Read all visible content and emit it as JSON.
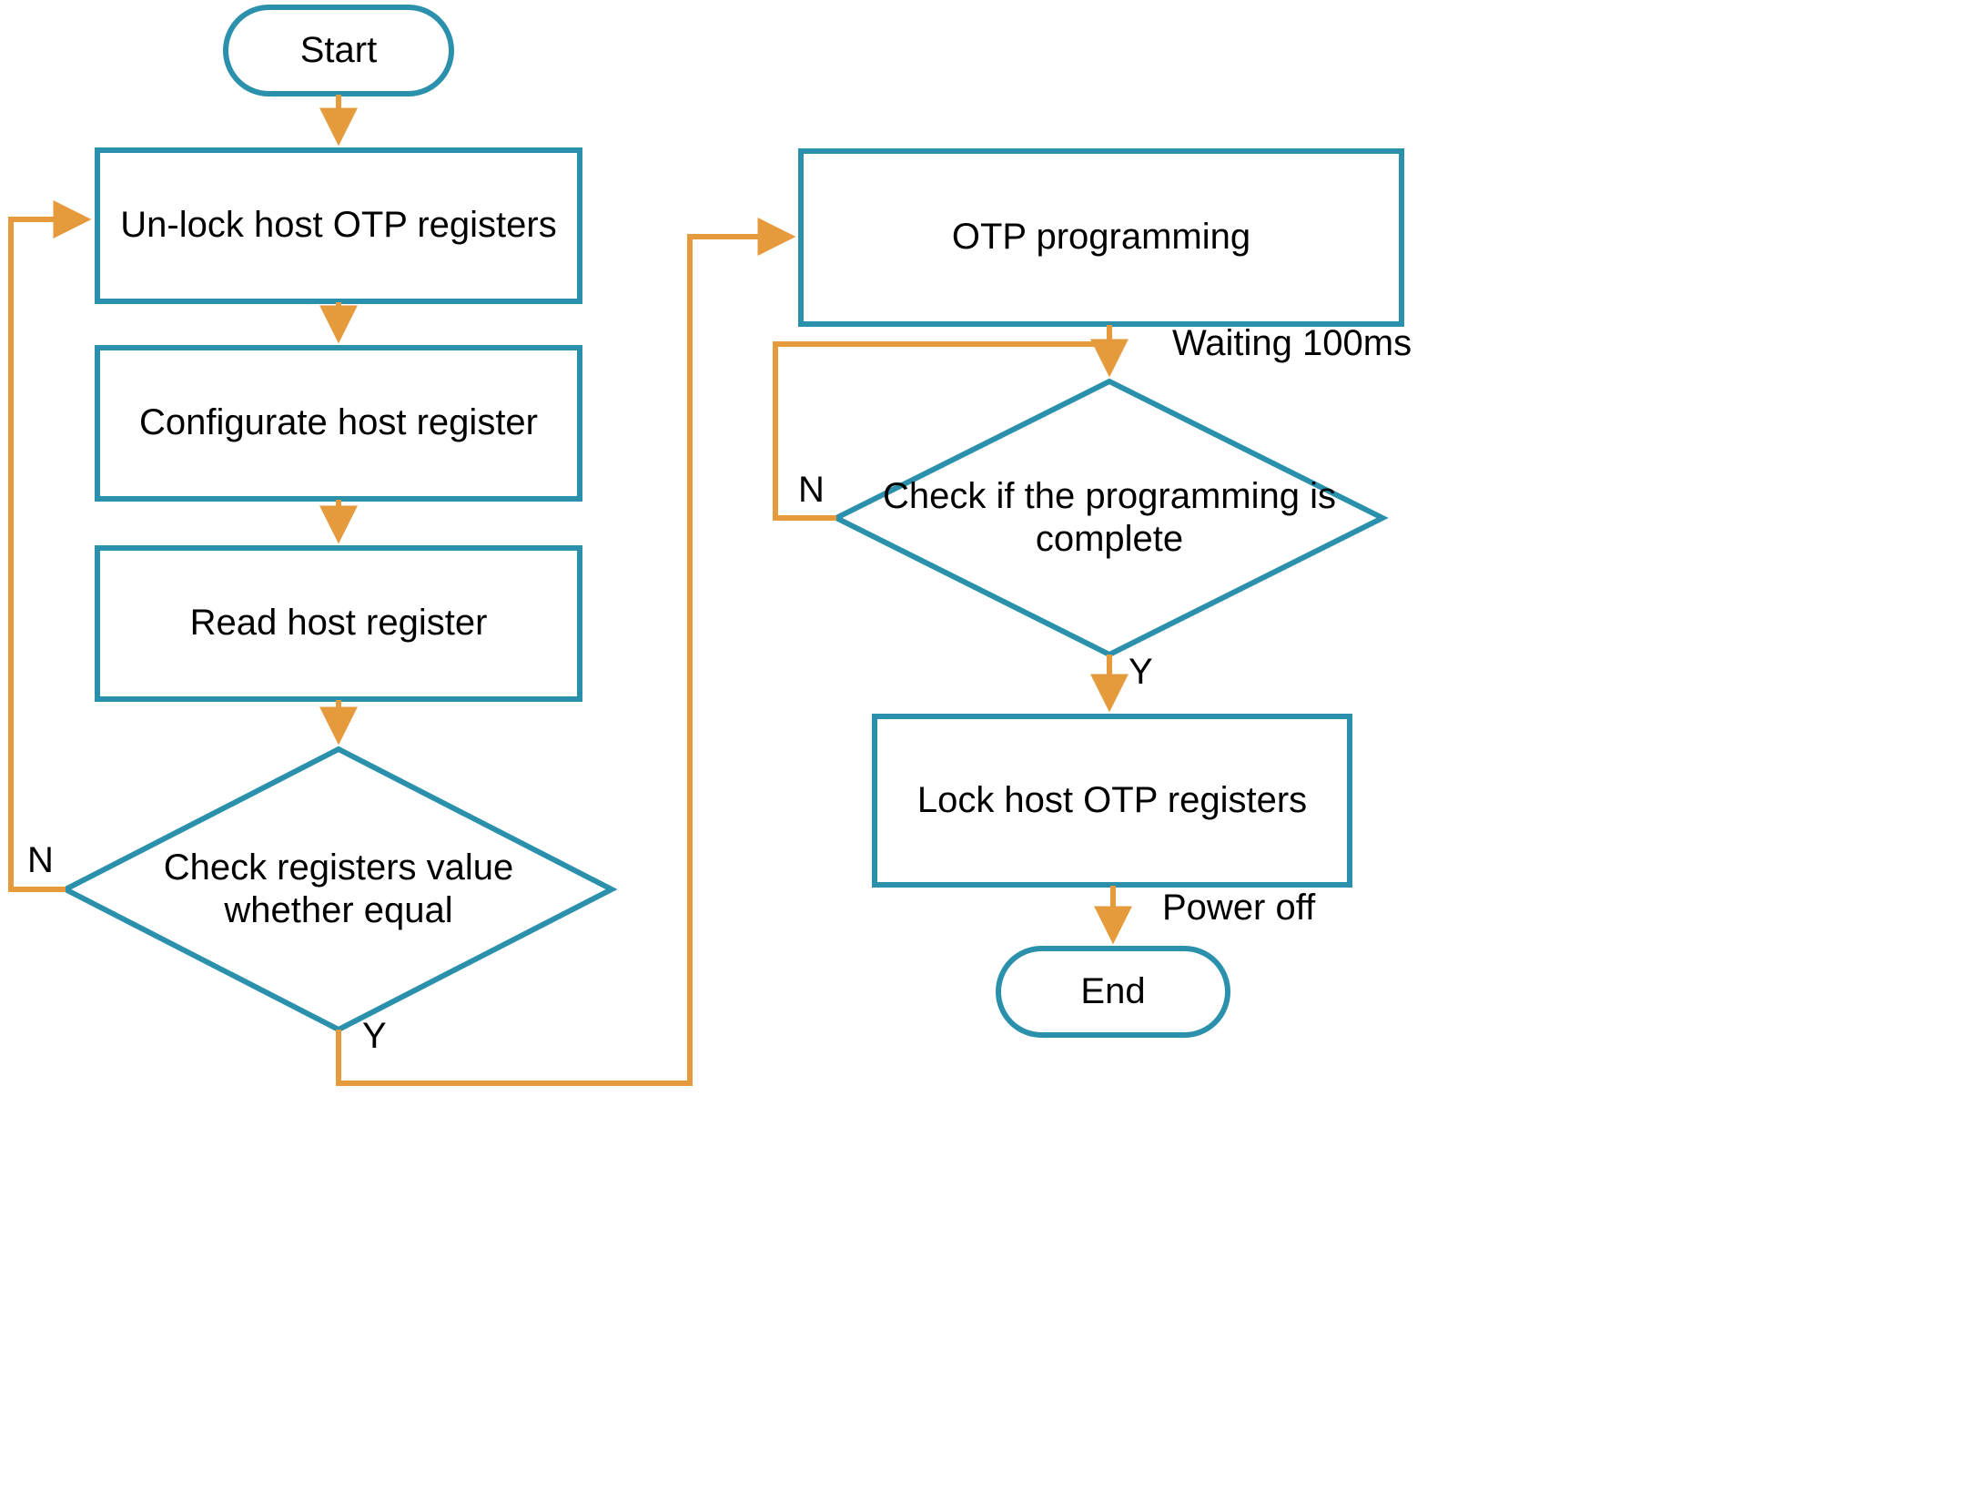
{
  "diagram": {
    "title": "OTP programming flowchart",
    "colors": {
      "shape_stroke": "#2A90AC",
      "arrow": "#E59A3C",
      "text": "#000000",
      "background": "#FFFFFF"
    },
    "nodes": [
      {
        "id": "start",
        "type": "terminator",
        "label": "Start"
      },
      {
        "id": "unlock",
        "type": "process",
        "label": "Un-lock host OTP registers"
      },
      {
        "id": "configurate",
        "type": "process",
        "label": "Configurate host register"
      },
      {
        "id": "read",
        "type": "process",
        "label": "Read host register"
      },
      {
        "id": "check_equal",
        "type": "decision",
        "label": "Check registers value\nwhether equal"
      },
      {
        "id": "otp_prog",
        "type": "process",
        "label": "OTP programming"
      },
      {
        "id": "check_done",
        "type": "decision",
        "label": "Check if the programming is\ncomplete"
      },
      {
        "id": "lock",
        "type": "process",
        "label": "Lock host OTP registers"
      },
      {
        "id": "end",
        "type": "terminator",
        "label": "End"
      }
    ],
    "edge_labels": [
      {
        "id": "check-equal-no",
        "label": "N"
      },
      {
        "id": "check-equal-yes",
        "label": "Y"
      },
      {
        "id": "waiting",
        "label": "Waiting 100ms"
      },
      {
        "id": "check-done-no",
        "label": "N"
      },
      {
        "id": "check-done-yes",
        "label": "Y"
      },
      {
        "id": "power-off",
        "label": "Power off"
      }
    ]
  }
}
